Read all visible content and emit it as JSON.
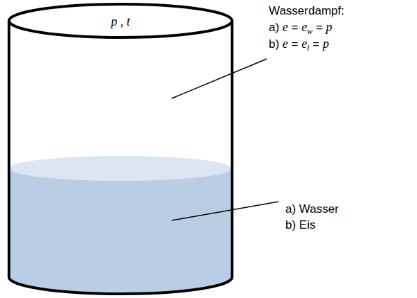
{
  "diagram": {
    "labels": [
      "p , t",
      "Wasserdampf:",
      "a) e = ew = p",
      "b) e = ei = p",
      "a) Wasser",
      "b) Eis"
    ]
  }
}
